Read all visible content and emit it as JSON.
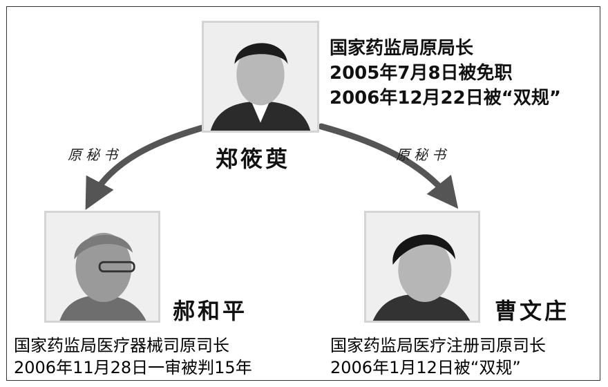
{
  "center": {
    "name": "郑筱萸",
    "info": [
      "国家药监局原局长",
      "2005年7月8日被免职",
      "2006年12月22日被“双规”"
    ]
  },
  "left": {
    "relation": "原秘书",
    "name": "郝和平",
    "caption": [
      "国家药监局医疗器械司原司长",
      "2006年11月28日一审被判15年"
    ]
  },
  "right": {
    "relation": "原秘书",
    "name": "曹文庄",
    "caption": [
      "国家药监局医疗注册司原司长",
      "2006年1月12日被“双规”"
    ]
  },
  "colors": {
    "arrow": "#555555",
    "photo_border": "#d4d4d4"
  }
}
